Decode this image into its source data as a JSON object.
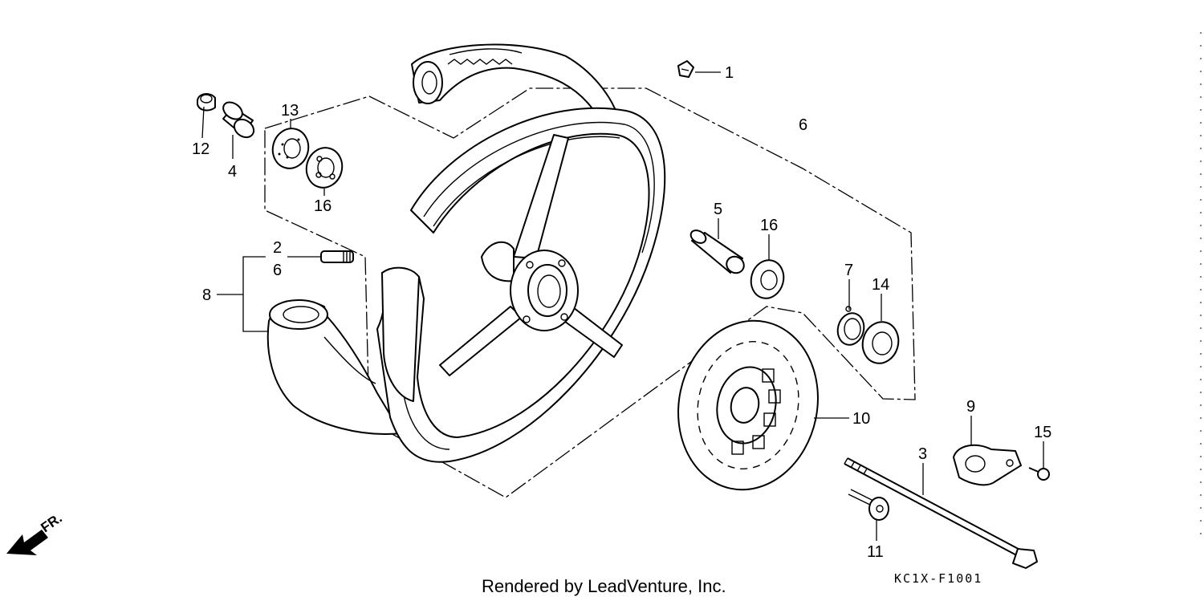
{
  "callouts": {
    "c1": "1",
    "c2": "2",
    "c3": "3",
    "c4": "4",
    "c5": "5",
    "c6_top": "6",
    "c6_side": "6",
    "c7": "7",
    "c8": "8",
    "c9": "9",
    "c10": "10",
    "c11": "11",
    "c12": "12",
    "c13": "13",
    "c14": "14",
    "c15": "15",
    "c16_left": "16",
    "c16_right": "16"
  },
  "footer": {
    "credit": "Rendered by LeadVenture, Inc.",
    "diagram_code": "KC1X-F1001"
  },
  "direction_marker": {
    "label": "FR."
  }
}
